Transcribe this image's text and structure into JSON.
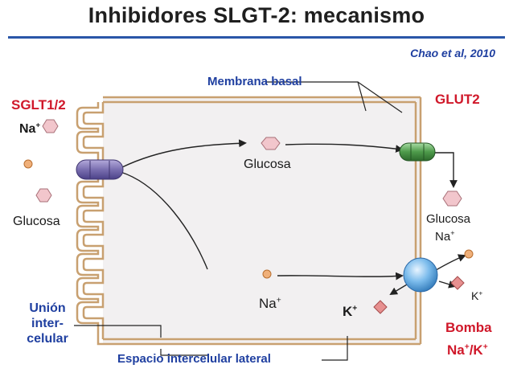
{
  "title": "Inhibidores SLGT-2: mecanismo",
  "citation": "Chao et al, 2010",
  "labels": {
    "membrana_basal": "Membrana basal",
    "sglt": "SGLT1/2",
    "na_left": "Na",
    "glut2": "GLUT2",
    "glucosa_center": "Glucosa",
    "glucosa_left": "Glucosa",
    "glucosa_right": "Glucosa",
    "na_right": "Na",
    "na_center": "Na",
    "k_center": "K",
    "k_right": "K",
    "union_line1": "Unión",
    "union_line2": "inter-",
    "union_line3": "celular",
    "bomba_line1": "Bomba",
    "bomba_line2_a": "Na",
    "bomba_line2_sep": "/K",
    "espacio": "Espacio intercelular lateral",
    "sup_plus": "+"
  },
  "colors": {
    "title_rule": "#2a56a8",
    "blue_text": "#1f3fa0",
    "red_text": "#d0182a",
    "membrane": "#c8a070",
    "cell_fill": "#f2f0f1",
    "transporter_sglt": "#7a6fb0",
    "transporter_glut": "#4d9a4a",
    "pump": "#5aa0d8",
    "glucose": "#f2c6cc",
    "sodium": "#f0b07a",
    "potassium": "#e79090"
  }
}
